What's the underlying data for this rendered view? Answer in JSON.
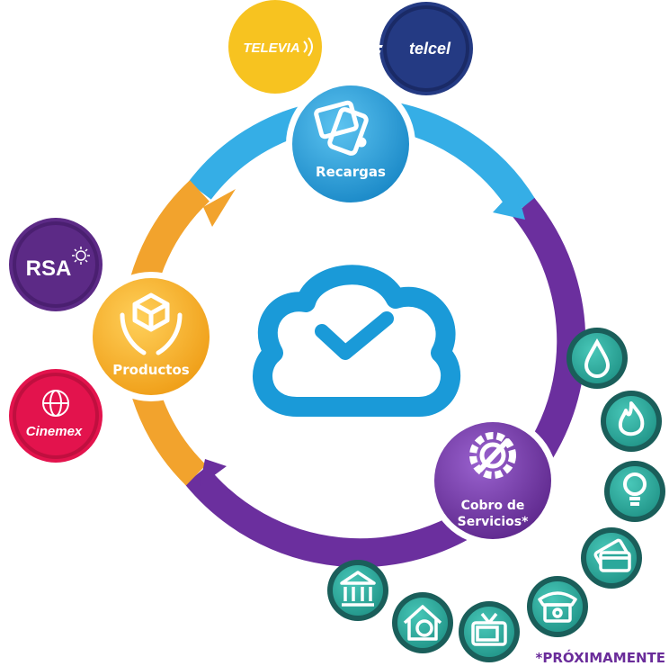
{
  "hubs": {
    "recargas": {
      "label": "Recargas",
      "color": "#1a9ad8"
    },
    "productos": {
      "label": "Productos",
      "color": "#f2a41e"
    },
    "cobro": {
      "line1": "Cobro de",
      "line2": "Servicios*",
      "color": "#6b2f9e"
    }
  },
  "logos": {
    "televia": {
      "text": "TELEVIA",
      "color": "#f7c320"
    },
    "telcel": {
      "text": "telcel",
      "color": "#243a83"
    },
    "rsa": {
      "text": "RSA",
      "color": "#5c2a86"
    },
    "cinemex": {
      "text": "Cinemex",
      "color": "#e3134d"
    }
  },
  "services": [
    {
      "icon": "water-drop-icon"
    },
    {
      "icon": "flame-icon"
    },
    {
      "icon": "lightbulb-icon"
    },
    {
      "icon": "credit-card-icon"
    },
    {
      "icon": "telephone-icon"
    },
    {
      "icon": "television-icon"
    },
    {
      "icon": "house-dollar-icon"
    },
    {
      "icon": "bank-icon"
    }
  ],
  "colors": {
    "ring_blue": "#35aee6",
    "ring_purple": "#6b2f9e",
    "ring_orange": "#f2a32d",
    "cloud": "#1a9ad8",
    "service_teal": "#2aa89b",
    "service_ring": "#1a5e5a"
  },
  "footnote": "*PRÓXIMAMENTE"
}
